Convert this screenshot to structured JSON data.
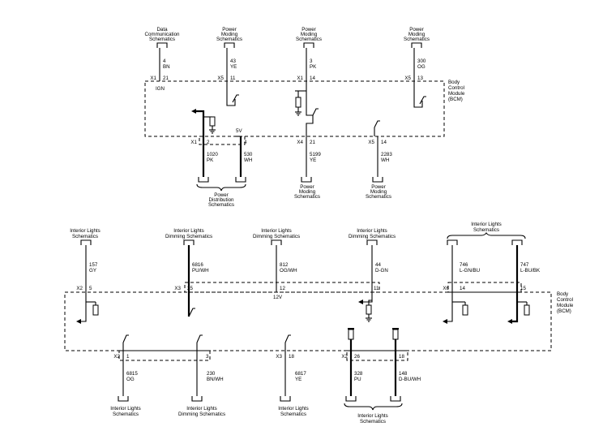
{
  "top": {
    "refs": [
      {
        "label": [
          "Data",
          "Communication",
          "Schematics"
        ]
      },
      {
        "label": [
          "Power",
          "Moding",
          "Schematics"
        ]
      },
      {
        "label": [
          "Power",
          "Moding",
          "Schematics"
        ]
      },
      {
        "label": [
          "Power",
          "Moding",
          "Schematics"
        ]
      }
    ],
    "wires": [
      {
        "circuit": "4",
        "color": "BN",
        "conn": "X1",
        "pin": "21",
        "extra": "IGN"
      },
      {
        "circuit": "43",
        "color": "YE",
        "conn": "X5",
        "pin": "11"
      },
      {
        "circuit": "3",
        "color": "PK",
        "conn": "X1",
        "pin": "14"
      },
      {
        "circuit": "300",
        "color": "OG",
        "conn": "X5",
        "pin": "13"
      }
    ],
    "module_label": [
      "Body",
      "Control",
      "Module",
      "(BCM)"
    ],
    "voltage": "5V",
    "lower": [
      {
        "conn": "X1",
        "pin": "2",
        "circuit": "1020",
        "color": "PK"
      },
      {
        "pin": "4",
        "circuit": "530",
        "color": "WH"
      },
      {
        "conn": "X4",
        "pin": "21",
        "circuit": "5199",
        "color": "YE"
      },
      {
        "conn": "X5",
        "pin": "14",
        "circuit": "2283",
        "color": "WH"
      }
    ],
    "bottom_refs": [
      {
        "label": [
          "Power",
          "Distribution",
          "Schematics"
        ]
      },
      {
        "label": [
          "Power",
          "Moding",
          "Schematics"
        ]
      },
      {
        "label": [
          "Power",
          "Moding",
          "Schematics"
        ]
      }
    ]
  },
  "bottom": {
    "refs": [
      {
        "label": [
          "Interior Lights",
          "Schematics"
        ]
      },
      {
        "label": [
          "Interior Lights",
          "Dimming Schematics"
        ]
      },
      {
        "label": [
          "Interior Lights",
          "Dimming Schematics"
        ]
      },
      {
        "label": [
          "Interior Lights",
          "Dimming Schematics"
        ]
      },
      {
        "label": [
          "Interior Lights",
          "Schematics"
        ]
      }
    ],
    "wires": [
      {
        "circuit": "157",
        "color": "GY",
        "conn": "X2",
        "pin": "5"
      },
      {
        "circuit": "6816",
        "color": "PU/WH",
        "conn": "X3",
        "pin": "25"
      },
      {
        "circuit": "812",
        "color": "OG/WH",
        "pin": "12"
      },
      {
        "circuit": "44",
        "color": "D-GN",
        "pin": "11"
      },
      {
        "circuit": "746",
        "color": "L-GN/BU",
        "conn": "X6",
        "pin": "14"
      },
      {
        "circuit": "747",
        "color": "L-BU/BK",
        "pin": "15"
      }
    ],
    "voltage": "12V",
    "module_label": [
      "Body",
      "Control",
      "Module",
      "(BCM)"
    ],
    "lower": [
      {
        "conn": "X2",
        "pin": "1",
        "circuit": "6815",
        "color": "OG"
      },
      {
        "pin": "3",
        "circuit": "230",
        "color": "BN/WH"
      },
      {
        "conn": "X3",
        "pin": "18",
        "circuit": "6817",
        "color": "YE"
      },
      {
        "conn": "X2",
        "pin": "26",
        "circuit": "328",
        "color": "PU"
      },
      {
        "pin": "18",
        "circuit": "148",
        "color": "D-BU/WH"
      }
    ],
    "bottom_refs": [
      {
        "label": [
          "Interior Lights",
          "Schematics"
        ]
      },
      {
        "label": [
          "Interior Lights",
          "Dimming Schematics"
        ]
      },
      {
        "label": [
          "Interior Lights",
          "Schematics"
        ]
      },
      {
        "label": [
          "Interior Lights",
          "Schematics"
        ]
      }
    ]
  }
}
